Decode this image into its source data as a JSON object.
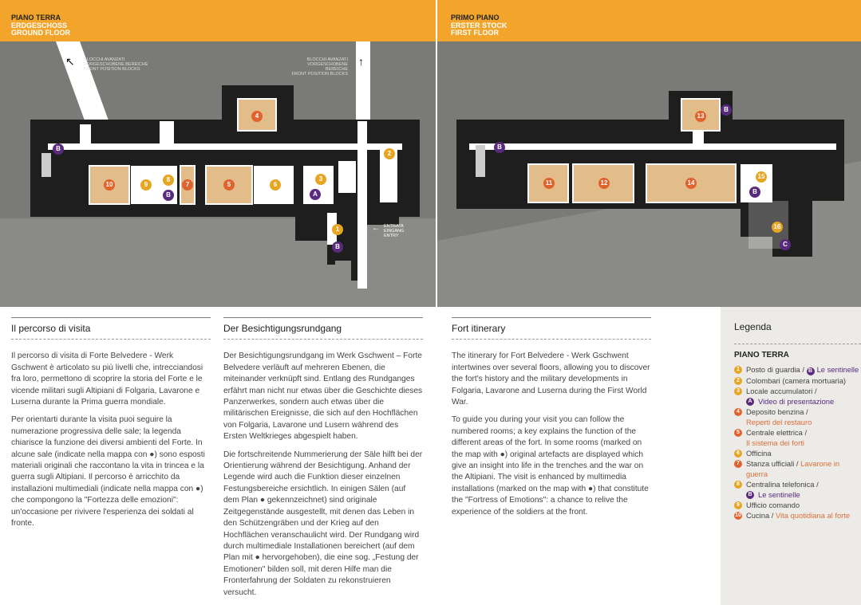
{
  "ground": {
    "title": [
      "PIANO TERRA",
      "ERDGESCHOSS",
      "GROUND FLOOR"
    ],
    "blocks_left": [
      "BLOCCHI AVANZATI",
      "VORGESCHOBENE BEREICHE",
      "FRONT POSITION BLOCKS"
    ],
    "blocks_right": [
      "BLOCCHI AVANZATI",
      "VORGESCHOBENE BEREICHE",
      "FRONT POSITION BLOCKS"
    ],
    "entry": [
      "ENTRATA",
      "EINGANG",
      "ENTRY"
    ]
  },
  "first": {
    "title": [
      "PRIMO PIANO",
      "ERSTER STOCK",
      "FIRST FLOOR"
    ]
  },
  "colors": {
    "band": "#f2a52a",
    "yellow": "#e7a524",
    "orange": "#e0622c",
    "purple": "#5a2a7e",
    "room": "#e2bd8a"
  },
  "it": {
    "heading": "Il percorso di visita",
    "paras": [
      "Il percorso di visita di Forte Belvedere - Werk Gschwent è articolato su più livelli che, intrecciandosi fra loro, permettono di scoprire la storia del Forte e le vicende militari sugli Altipiani di Folgaria, Lavarone e Luserna durante la Prima guerra mondiale.",
      "Per orientarti durante la visita puoi seguire la numerazione progressiva delle sale; la legenda chiarisce la funzione dei diversi ambienti del Forte. In alcune sale (indicate nella mappa con ●) sono esposti materiali originali che raccontano la vita in trincea e la guerra sugli Altipiani. Il percorso è arricchito da installazioni multimediali (indicate nella mappa con ●) che compongono la \"Fortezza delle emozioni\": un'occasione per rivivere l'esperienza dei soldati al fronte."
    ]
  },
  "de": {
    "heading": "Der Besichtigungsrundgang",
    "paras": [
      "Der Besichtigungsrundgang im Werk Gschwent – Forte Belvedere verläuft auf mehreren Ebenen, die miteinander verknüpft sind. Entlang des Rundganges erfährt man nicht nur etwas über die Geschichte dieses Panzerwerkes, sondern auch etwas über die militärischen Ereignisse, die sich auf den Hochflächen von Folgaria, Lavarone und Lusern während des Ersten Weltkrieges abgespielt haben.",
      "Die fortschreitende Nummerierung der Säle hilft bei der Orientierung während der Besichtigung. Anhand der Legende wird auch die Funktion dieser einzelnen Festungsbereiche ersichtlich. In einigen Sälen (auf dem Plan ● gekennzeichnet) sind originale Zeitgegenstände ausgestellt, mit denen das Leben in den Schützengräben und der Krieg auf den Hochflächen veranschaulicht wird. Der Rundgang wird durch multimediale Installationen bereichert (auf dem Plan mit ● hervorgehoben), die eine sog. „Festung der Emotionen\" bilden soll, mit deren Hilfe man die Fronterfahrung der Soldaten zu rekonstruieren versucht."
    ]
  },
  "en": {
    "heading": "Fort itinerary",
    "paras": [
      "The itinerary for Fort Belvedere - Werk Gschwent intertwines over several floors, allowing you to discover the fort's history and the military developments in Folgaria, Lavarone and Luserna during the First World War.",
      "To guide you during your visit you can follow the numbered rooms; a key explains the function of the different areas of the fort. In some rooms (marked on the map with ●) original artefacts are displayed which give an insight into life in the trenches and the war on the Altipiani. The visit is enhanced by multimedia installations (marked on the map with ●) that constitute the \"Fortress of Emotions\": a chance to relive the experience of the soldiers at the front."
    ]
  },
  "legend": {
    "heading": "Legenda",
    "floor": "PIANO TERRA",
    "items": [
      {
        "n": "1",
        "c": "y",
        "text": "Posto di guardia / ",
        "sub_n": "B",
        "sub": "Le sentinelle",
        "sub_c": "purple"
      },
      {
        "n": "2",
        "c": "y",
        "text": "Colombari (camera mortuaria)"
      },
      {
        "n": "3",
        "c": "y",
        "text": "Locale accumulatori /"
      },
      {
        "n": "A",
        "c": "p",
        "text": "Video di presentazione",
        "indent": true,
        "tc": "purple"
      },
      {
        "n": "4",
        "c": "o",
        "text": "Deposito benzina /"
      },
      {
        "text": "Reperti del restauro",
        "indent": true,
        "tc": "orange"
      },
      {
        "n": "5",
        "c": "o",
        "text": "Centrale elettrica /"
      },
      {
        "text": "Il sistema dei forti",
        "indent": true,
        "tc": "orange"
      },
      {
        "n": "6",
        "c": "y",
        "text": "Officina"
      },
      {
        "n": "7",
        "c": "o",
        "text": "Stanza ufficiali / ",
        "sub": "Lavarone in guerra",
        "sub_c": "orange"
      },
      {
        "n": "8",
        "c": "y",
        "text": "Centralina telefonica /"
      },
      {
        "n": "B",
        "c": "p",
        "text": "Le sentinelle",
        "indent": true,
        "tc": "purple"
      },
      {
        "n": "9",
        "c": "y",
        "text": "Ufficio comando"
      },
      {
        "n": "10",
        "c": "o",
        "text": "Cucina / ",
        "sub": "Vita quotidiana al forte",
        "sub_c": "orange"
      }
    ]
  },
  "markers": {
    "ground": [
      [
        "10",
        "o"
      ],
      [
        "9",
        "y"
      ],
      [
        "8",
        "y"
      ],
      [
        "B",
        "p"
      ],
      [
        "7",
        "o"
      ],
      [
        "5",
        "o"
      ],
      [
        "6",
        "y"
      ],
      [
        "4",
        "o"
      ],
      [
        "3",
        "y"
      ],
      [
        "A",
        "p"
      ],
      [
        "2",
        "y"
      ],
      [
        "1",
        "y"
      ],
      [
        "B",
        "p"
      ],
      [
        "B",
        "p"
      ]
    ],
    "first": [
      [
        "11",
        "o"
      ],
      [
        "12",
        "o"
      ],
      [
        "14",
        "o"
      ],
      [
        "13",
        "o"
      ],
      [
        "B",
        "p"
      ],
      [
        "B",
        "p"
      ],
      [
        "15",
        "y"
      ],
      [
        "B",
        "p"
      ],
      [
        "16",
        "y"
      ],
      [
        "C",
        "p"
      ]
    ]
  }
}
